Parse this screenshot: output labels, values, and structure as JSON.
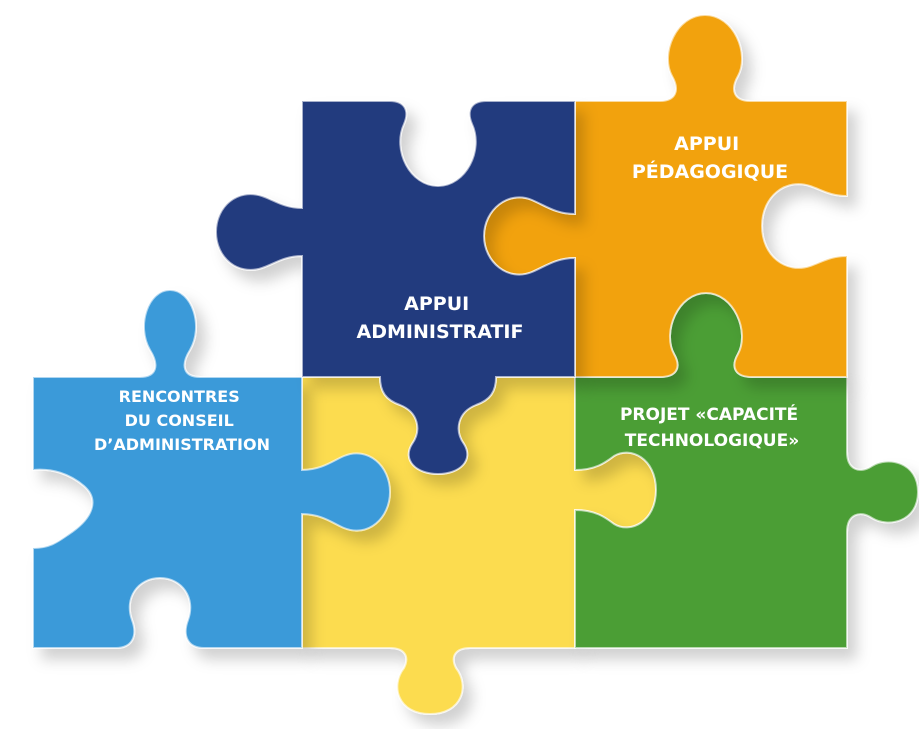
{
  "pieces": {
    "blue": {
      "color": "#3b9ad9",
      "lines": [
        "RENCONTRES",
        "DU CONSEIL",
        "D’ADMINISTRATION"
      ]
    },
    "navy": {
      "color": "#243a7e",
      "lines": [
        "APPUI",
        "ADMINISTRATIF"
      ]
    },
    "orange": {
      "color": "#f2a20c",
      "lines": [
        "APPUI",
        "PÉDAGOGIQUE"
      ]
    },
    "green": {
      "color": "#4b9e35",
      "lines": [
        "PROJET «CAPACITÉ",
        "TECHNOLOGIQUE»"
      ]
    },
    "yellow": {
      "color": "#fcdc50",
      "lines": []
    }
  }
}
